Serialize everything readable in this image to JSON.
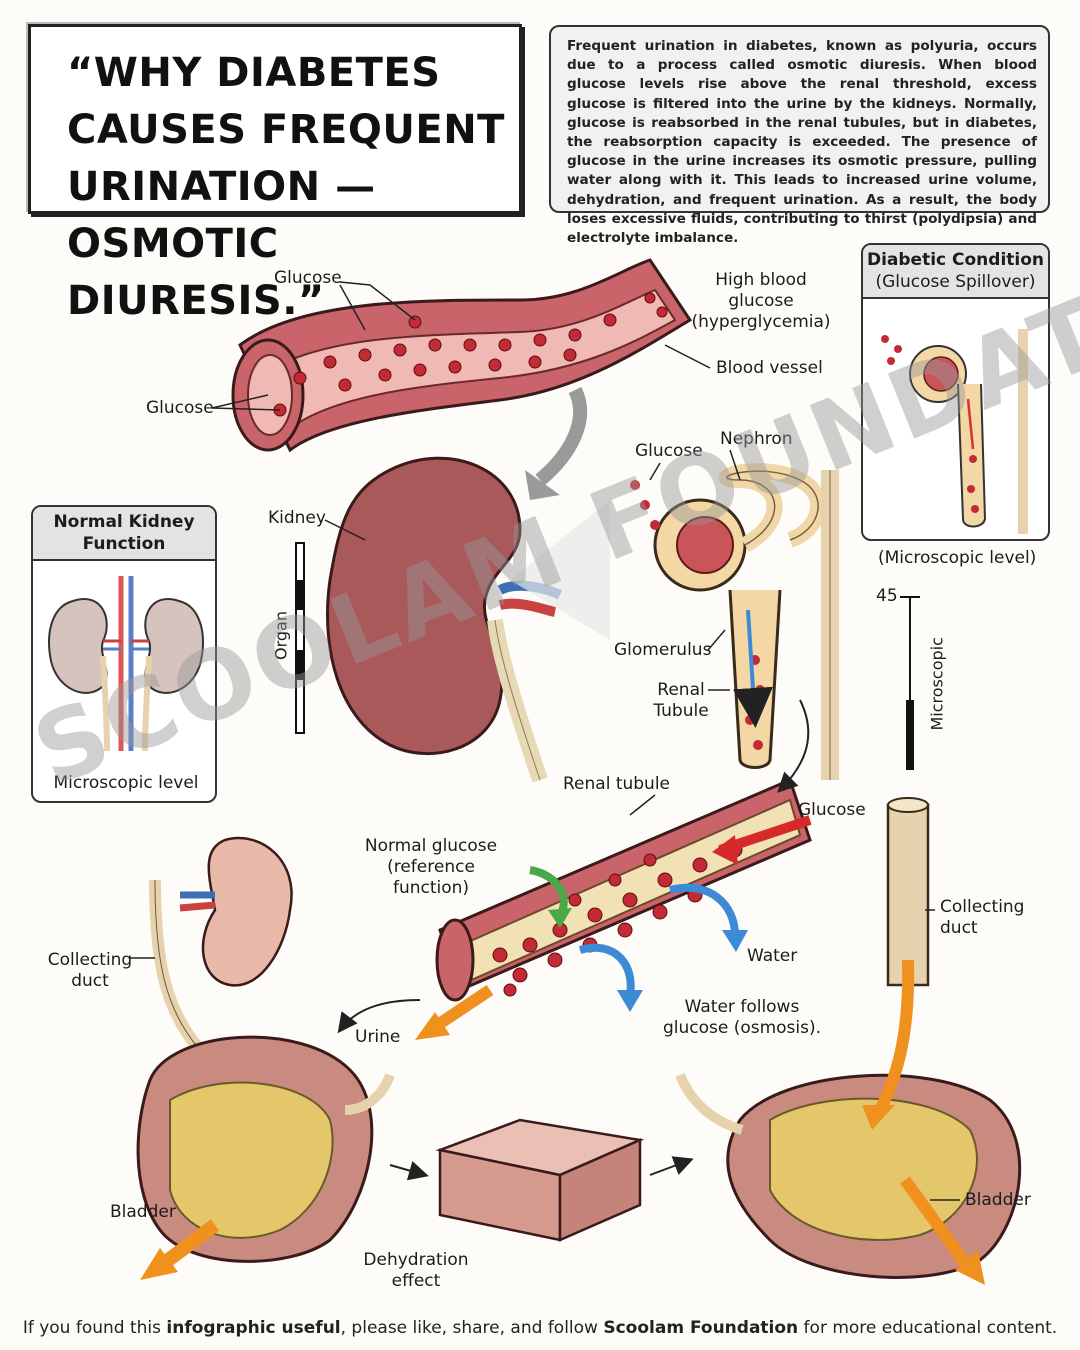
{
  "title": "“WHY DIABETES CAUSES FREQUENT URINATION — OSMOTIC DIURESIS.”",
  "intro": "Frequent urination in diabetes, known as polyuria, occurs due to a process called osmotic diuresis. When blood glucose levels rise above the renal threshold, excess glucose is filtered into the urine by the kidneys. Normally, glucose is reabsorbed in the renal tubules, but in diabetes, the reabsorption capacity is exceeded. The presence of glucose in the urine increases its osmotic pressure, pulling water along with it. This leads to increased urine volume, dehydration, and frequent urination. As a result, the body loses excessive fluids, contributing to thirst (polydipsia) and electrolyte imbalance.",
  "normal_panel": {
    "title": "Normal Kidney Function",
    "caption": "Microscopic level"
  },
  "diabetic_panel": {
    "title": "Diabetic Condition",
    "subtitle": "(Glucose Spillover)",
    "caption": "(Microscopic level)"
  },
  "labels": {
    "glucose_top": "Glucose",
    "glucose_left": "Glucose",
    "high_glucose": "High blood glucose (hyperglycemia)",
    "blood_vessel": "Blood vessel",
    "kidney": "Kidney",
    "organ_scale": "Organ",
    "glucose_nephron": "Glucose",
    "nephron": "Nephron",
    "glomerulus": "Glomerulus",
    "renal_tubule_small": "Renal Tubule",
    "scale_value": "45",
    "microscopic_scale": "Microscopic",
    "renal_tubule": "Renal tubule",
    "glucose_arrow": "Glucose",
    "normal_glucose": "Normal glucose (reference function)",
    "water": "Water",
    "water_follows": "Water follows glucose (osmosis).",
    "urine": "Urine",
    "collecting_duct_left": "Collecting duct",
    "collecting_duct_right": "Collecting duct",
    "bladder_left": "Bladder",
    "bladder_right": "Bladder",
    "dehydration": "Dehydration effect"
  },
  "watermark": "SCOOLAM FOUNDATION",
  "footer": {
    "part1": "If you found this ",
    "bold1": "infographic useful",
    "part2": ", please like, share, and follow ",
    "bold2": "Scoolam Foundation",
    "part3": " for more educational content."
  },
  "colors": {
    "vessel": "#c9646a",
    "vessel_inner": "#e9a7a6",
    "glucose_dot": "#c42a35",
    "kidney": "#a9595a",
    "tubule": "#efd7a8",
    "arrow_orange": "#f0901f",
    "arrow_blue": "#3d8bd6",
    "arrow_green": "#4aa84a",
    "arrow_red": "#d62a2a"
  }
}
